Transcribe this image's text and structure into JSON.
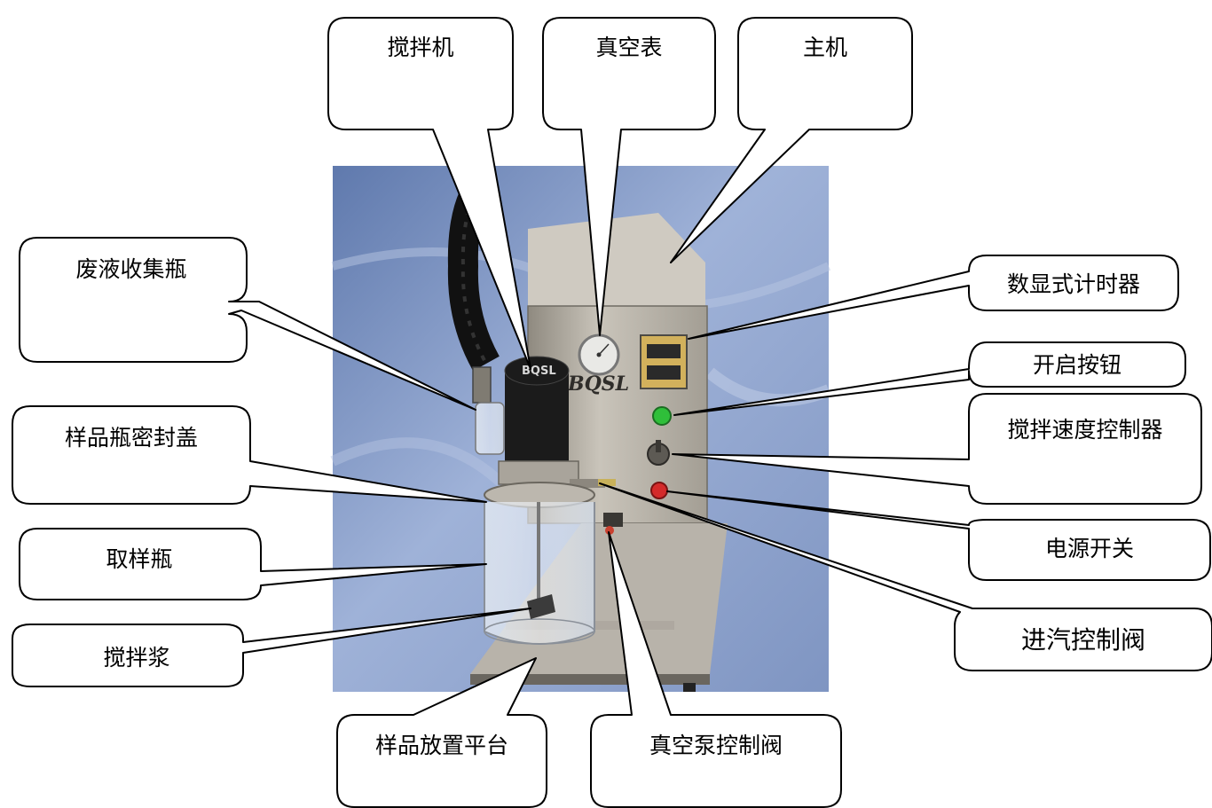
{
  "labels": {
    "mixer": "搅拌机",
    "vacuum_gauge": "真空表",
    "main_unit": "主机",
    "waste_bottle": "废液收集瓶",
    "digital_timer": "数显式计时器",
    "start_button": "开启按钮",
    "speed_controller": "搅拌速度控制器",
    "sample_bottle_cap": "样品瓶密封盖",
    "power_switch": "电源开关",
    "sample_bottle": "取样瓶",
    "inlet_valve": "进汽控制阀",
    "stirring_paddle": "搅拌浆",
    "sample_platform": "样品放置平台",
    "vacuum_pump_valve": "真空泵控制阀"
  },
  "photo": {
    "brand_text": "BQSL",
    "cap_text": "BQSL"
  },
  "colors": {
    "photo_background": "#7d96c4",
    "cabinet": "#b9b4ab",
    "motor": "#1b1b1b",
    "start_button": "#2fbf3a",
    "power_button": "#d42a2a",
    "timer_display": "#c9a14a"
  }
}
